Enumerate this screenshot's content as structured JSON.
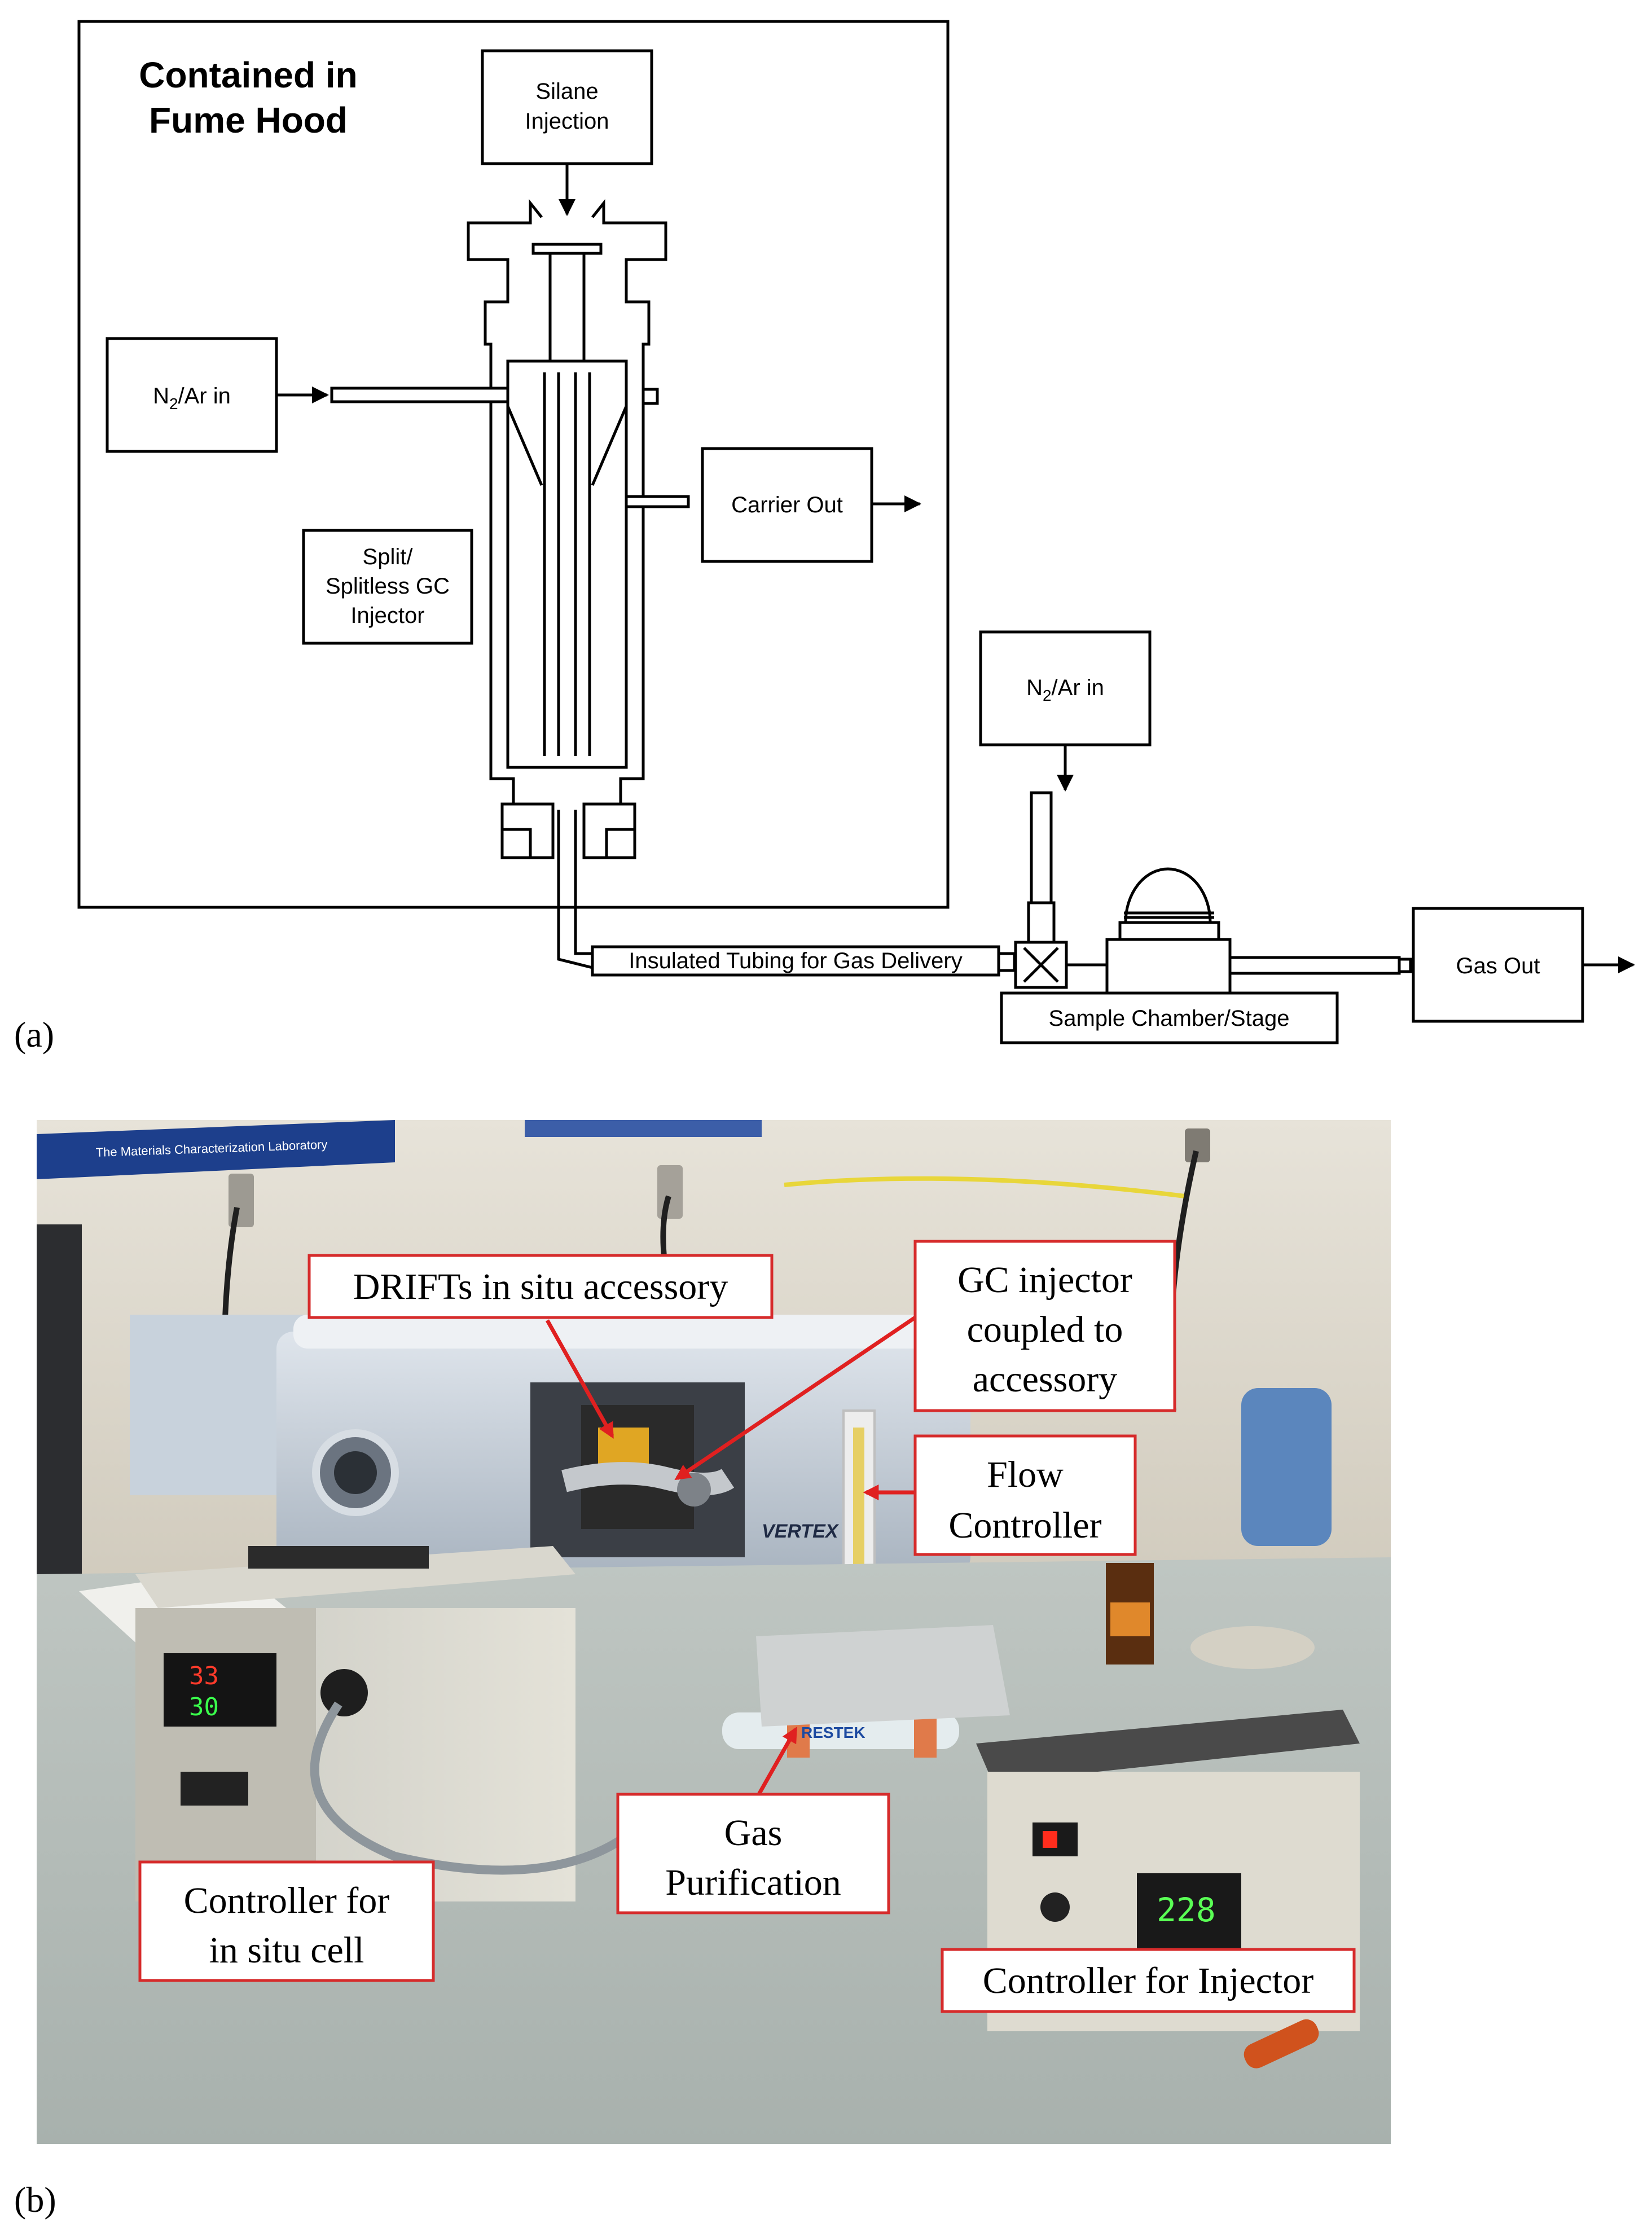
{
  "panel_a": {
    "letter": "(a)",
    "hood_title_line1": "Contained in",
    "hood_title_line2": "Fume Hood",
    "silane_line1": "Silane",
    "silane_line2": "Injection",
    "n2_in_top": "N",
    "n2_in_sub": "2",
    "n2_in_rest": "/Ar in",
    "carrier_out": "Carrier Out",
    "gc_line1": "Split/",
    "gc_line2": "Splitless GC",
    "gc_line3": "Injector",
    "tubing": "Insulated Tubing for Gas Delivery",
    "sample_chamber": "Sample Chamber/Stage",
    "gas_out": "Gas Out"
  },
  "panel_b": {
    "letter": "(b)",
    "callouts": {
      "drifts": "DRIFTs in situ accessory",
      "gc_line1": "GC injector",
      "gc_line2": "coupled to",
      "gc_line3": "accessory",
      "flow_line1": "Flow",
      "flow_line2": "Controller",
      "gas_line1": "Gas",
      "gas_line2": "Purification",
      "cell_line1": "Controller for",
      "cell_line2": "in situ cell",
      "injector": "Controller for Injector"
    },
    "photo_text": {
      "banner": "The Materials Characterization Laboratory",
      "vertex": "VERTEX",
      "display1": "33",
      "display2": "30",
      "display3": "228",
      "restek": "RESTEK"
    }
  }
}
